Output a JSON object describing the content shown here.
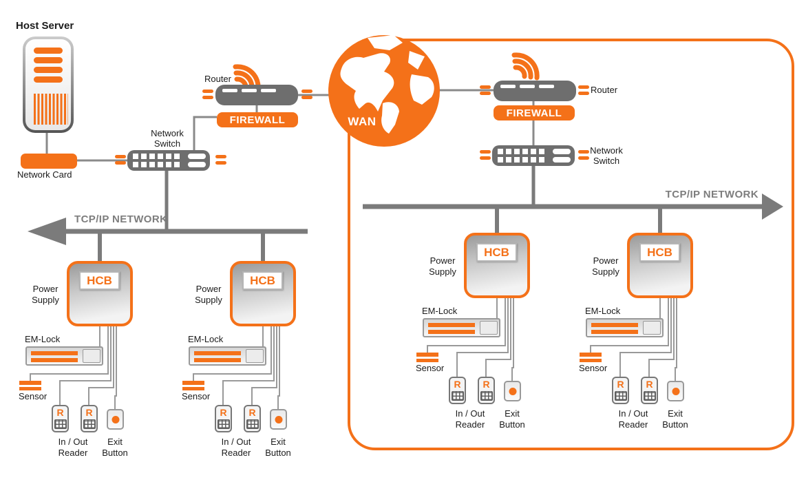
{
  "colors": {
    "orange": "#F47119",
    "device_gray": "#6E6E6E",
    "bus_gray": "#7B7B7B"
  },
  "host_server": {
    "label": "Host Server"
  },
  "network_card": {
    "label": "Network Card"
  },
  "switch_left": {
    "label": "Network Switch"
  },
  "router_left": {
    "label": "Router"
  },
  "firewall_left": {
    "label": "FIREWALL"
  },
  "wan": {
    "label": "WAN"
  },
  "router_right": {
    "label": "Router"
  },
  "firewall_right": {
    "label": "FIREWALL"
  },
  "switch_right": {
    "label": "Network Switch"
  },
  "bus_left": {
    "label": "TCP/IP NETWORK"
  },
  "bus_right": {
    "label": "TCP/IP NETWORK"
  },
  "groups": [
    {
      "hcb_label": "HCB",
      "power_supply_label": "Power Supply",
      "em_lock_label": "EM-Lock",
      "sensor_label": "Sensor",
      "reader_r": "R",
      "in_out_reader_label": "In / Out Reader",
      "exit_button_label": "Exit Button"
    },
    {
      "hcb_label": "HCB",
      "power_supply_label": "Power Supply",
      "em_lock_label": "EM-Lock",
      "sensor_label": "Sensor",
      "reader_r": "R",
      "in_out_reader_label": "In / Out Reader",
      "exit_button_label": "Exit Button"
    },
    {
      "hcb_label": "HCB",
      "power_supply_label": "Power Supply",
      "em_lock_label": "EM-Lock",
      "sensor_label": "Sensor",
      "reader_r": "R",
      "in_out_reader_label": "In / Out Reader",
      "exit_button_label": "Exit Button"
    },
    {
      "hcb_label": "HCB",
      "power_supply_label": "Power Supply",
      "em_lock_label": "EM-Lock",
      "sensor_label": "Sensor",
      "reader_r": "R",
      "in_out_reader_label": "In / Out Reader",
      "exit_button_label": "Exit Button"
    }
  ]
}
